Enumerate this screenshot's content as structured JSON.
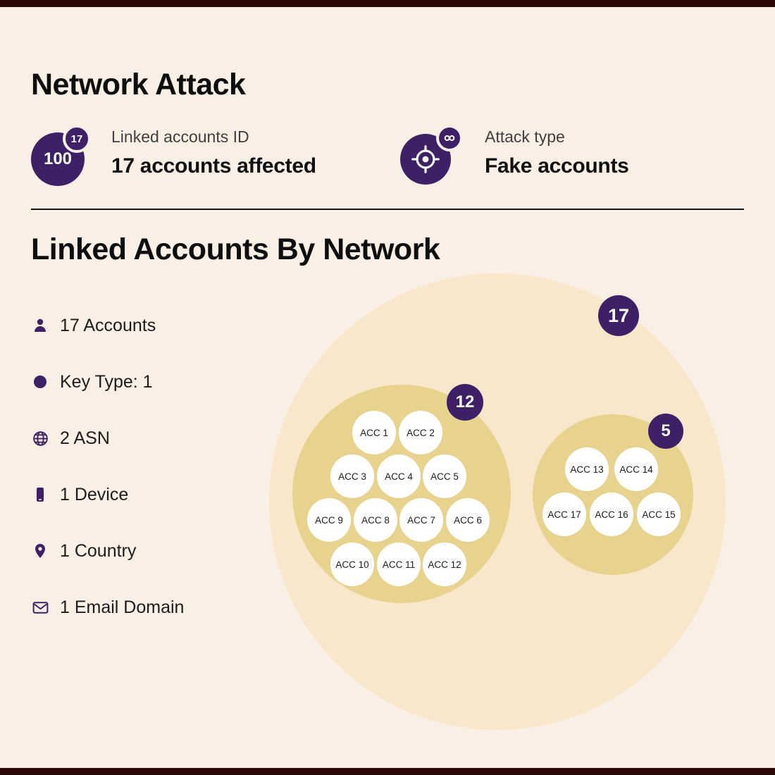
{
  "theme": {
    "background": "#FAEFE4",
    "border_bar": "#2E0808",
    "purple": "#3E2066",
    "network_circle": "#F8E7CB",
    "cluster_circle": "#E7D28E",
    "node_circle": "#FFFFFF",
    "heading_text": "#0E0E0E",
    "label_text": "#3F3F3F"
  },
  "header": {
    "title": "Network Attack",
    "stats": [
      {
        "circle_value": "100",
        "badge_value": "17",
        "label": "Linked accounts ID",
        "value": "17 accounts affected"
      },
      {
        "icon": "target-icon",
        "badge_icon": "duplicate-accounts-icon",
        "label": "Attack type",
        "value": "Fake accounts"
      }
    ]
  },
  "section": {
    "title": "Linked Accounts By Network",
    "legend": [
      {
        "icon": "person-icon",
        "label": "17 Accounts"
      },
      {
        "icon": "key-type-dot-icon",
        "label": "Key Type: 1"
      },
      {
        "icon": "globe-icon",
        "label": "2 ASN"
      },
      {
        "icon": "device-icon",
        "label": "1 Device"
      },
      {
        "icon": "location-pin-icon",
        "label": "1 Country"
      },
      {
        "icon": "email-domain-icon",
        "label": "1 Email Domain"
      }
    ],
    "network": {
      "total_badge": "17",
      "clusters": [
        {
          "badge": "12",
          "accounts": [
            "ACC 1",
            "ACC 2",
            "ACC 3",
            "ACC 4",
            "ACC 5",
            "ACC 9",
            "ACC 8",
            "ACC 7",
            "ACC 6",
            "ACC 10",
            "ACC 11",
            "ACC 12"
          ]
        },
        {
          "badge": "5",
          "accounts": [
            "ACC 13",
            "ACC 14",
            "ACC 17",
            "ACC 16",
            "ACC 15"
          ]
        }
      ]
    }
  }
}
